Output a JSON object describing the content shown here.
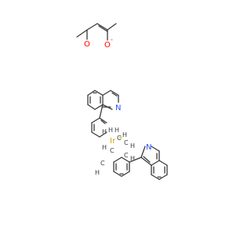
{
  "colors": {
    "bond": "#3a3a3a",
    "oxygen": "#ff0000",
    "nitrogen": "#3050f8",
    "iridium": "#d4a000",
    "carbon_label": "#3a3a3a"
  },
  "labels": {
    "acac_ketone_o": "O",
    "acac_oxide_o": "O",
    "acac_charge": "-",
    "piq_top_n": "N",
    "piq_bottom_n": "N",
    "metal": "Ir",
    "metal_charge": "+",
    "h": "H",
    "c": "C"
  }
}
